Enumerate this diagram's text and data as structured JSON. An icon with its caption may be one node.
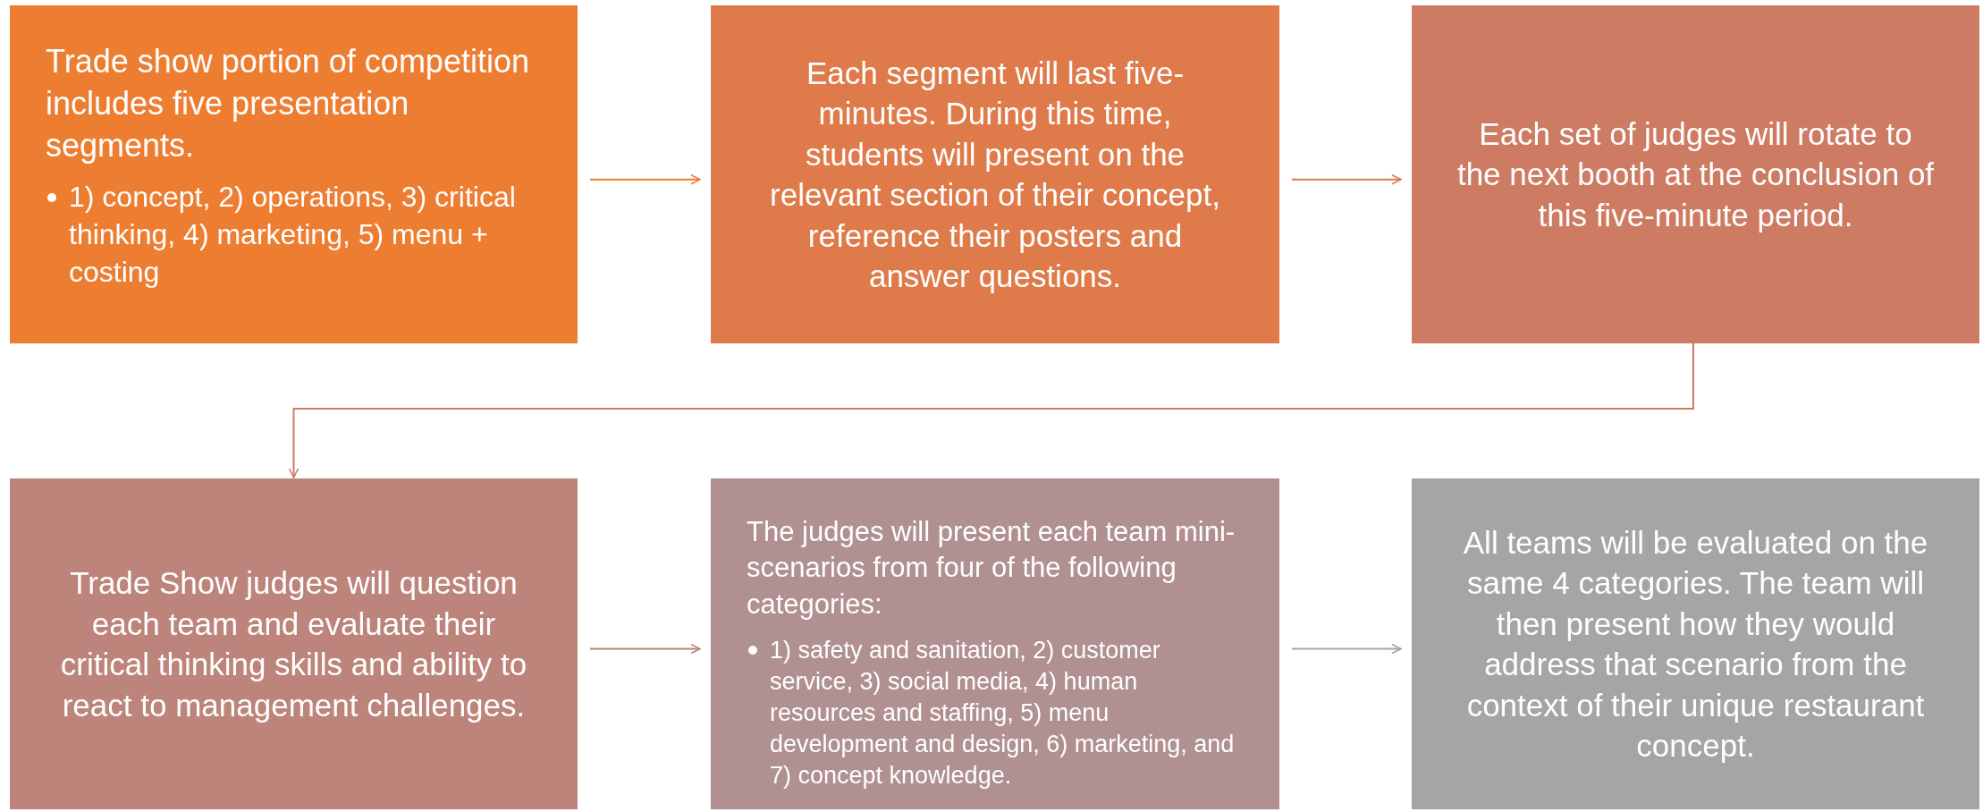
{
  "diagram": {
    "nodes": [
      {
        "text": [
          "Trade show portion of competition includes five presentation segments.",
          "1) concept, 2) operations, 3) critical thinking, 4) marketing, 5) menu + costing"
        ]
      },
      {
        "text": [
          "Each segment will last five-minutes. During this time, students will present on the relevant section of their concept, reference their posters and answer questions."
        ]
      },
      {
        "text": [
          "Each set of judges will rotate to the next booth at the conclusion of this five-minute period."
        ]
      },
      {
        "text": [
          "Trade Show judges will question each team and evaluate their critical thinking skills and ability to react to management challenges."
        ]
      },
      {
        "text": [
          "The judges will present each team mini-scenarios from four of the following categories:",
          "1) safety and sanitation, 2) customer service, 3) social media, 4) human resources and staffing, 5) menu development and design, 6) marketing, and 7) concept knowledge."
        ]
      },
      {
        "text": [
          "All teams will be evaluated on the same 4 categories. The team will then present how they would address that scenario from the context of their unique restaurant concept."
        ]
      }
    ],
    "edges": [
      {
        "from": 0,
        "to": 1,
        "arrow": "to",
        "color": "#ed7d31"
      },
      {
        "from": 1,
        "to": 2,
        "arrow": "to",
        "color": "#df7b4a"
      },
      {
        "from": 2,
        "to": 3,
        "arrow": "to",
        "color": "#cd7c63"
      },
      {
        "from": 3,
        "to": 4,
        "arrow": "to",
        "color": "#bc847a"
      },
      {
        "from": 4,
        "to": 5,
        "arrow": "to",
        "color": "#a5a5a5"
      }
    ]
  }
}
